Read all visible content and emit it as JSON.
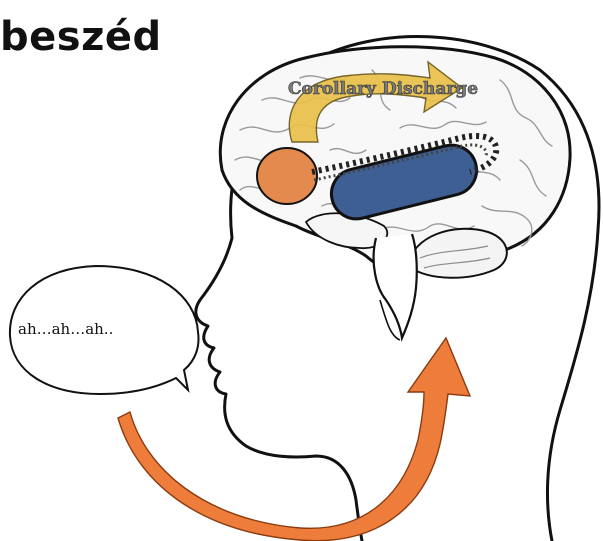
{
  "title": "beszéd",
  "brain": {
    "arrow_label": "Corollary Discharge"
  },
  "speech_bubble": {
    "text": "ah…ah…ah.."
  },
  "colors": {
    "orange_region": "#e58a4e",
    "blue_region": "#3e5f93",
    "corollary_arrow": "#eac04a",
    "auditory_arrow": "#ee7d3b",
    "outline": "#111111"
  }
}
